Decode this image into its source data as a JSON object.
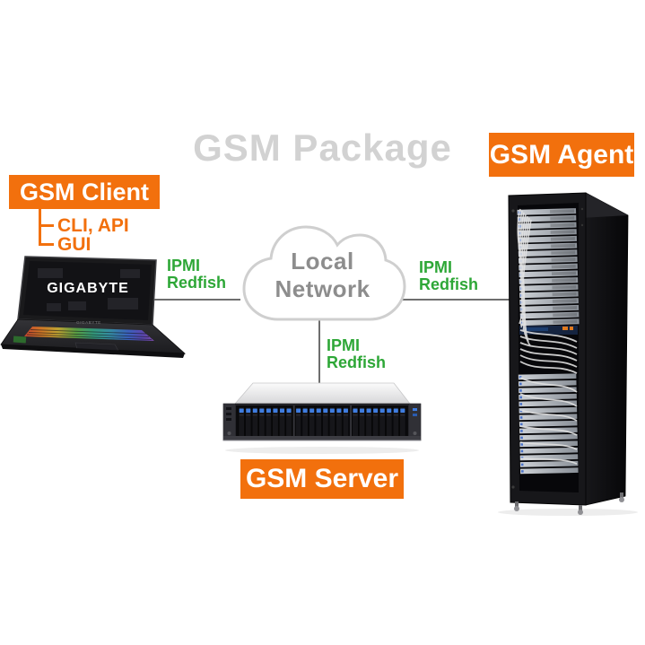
{
  "title": "GSM Package",
  "client": {
    "label": "GSM Client",
    "features": [
      "CLI, API",
      "GUI"
    ],
    "device_brand": "GIGABYTE"
  },
  "agent": {
    "label": "GSM Agent"
  },
  "server": {
    "label": "GSM Server"
  },
  "network": {
    "line1": "Local",
    "line2": "Network"
  },
  "links": {
    "client_network": {
      "line1": "IPMI",
      "line2": "Redfish"
    },
    "network_agent": {
      "line1": "IPMI",
      "line2": "Redfish"
    },
    "network_server": {
      "line1": "IPMI",
      "line2": "Redfish"
    }
  },
  "colors": {
    "accent_orange": "#F2700D",
    "protocol_green": "#2EA737",
    "title_gray": "#D2D2D2",
    "wire_gray": "#6E6E6E",
    "cloud_border": "#CFCFCF",
    "drive_clip_blue": "#3F7DE0"
  }
}
